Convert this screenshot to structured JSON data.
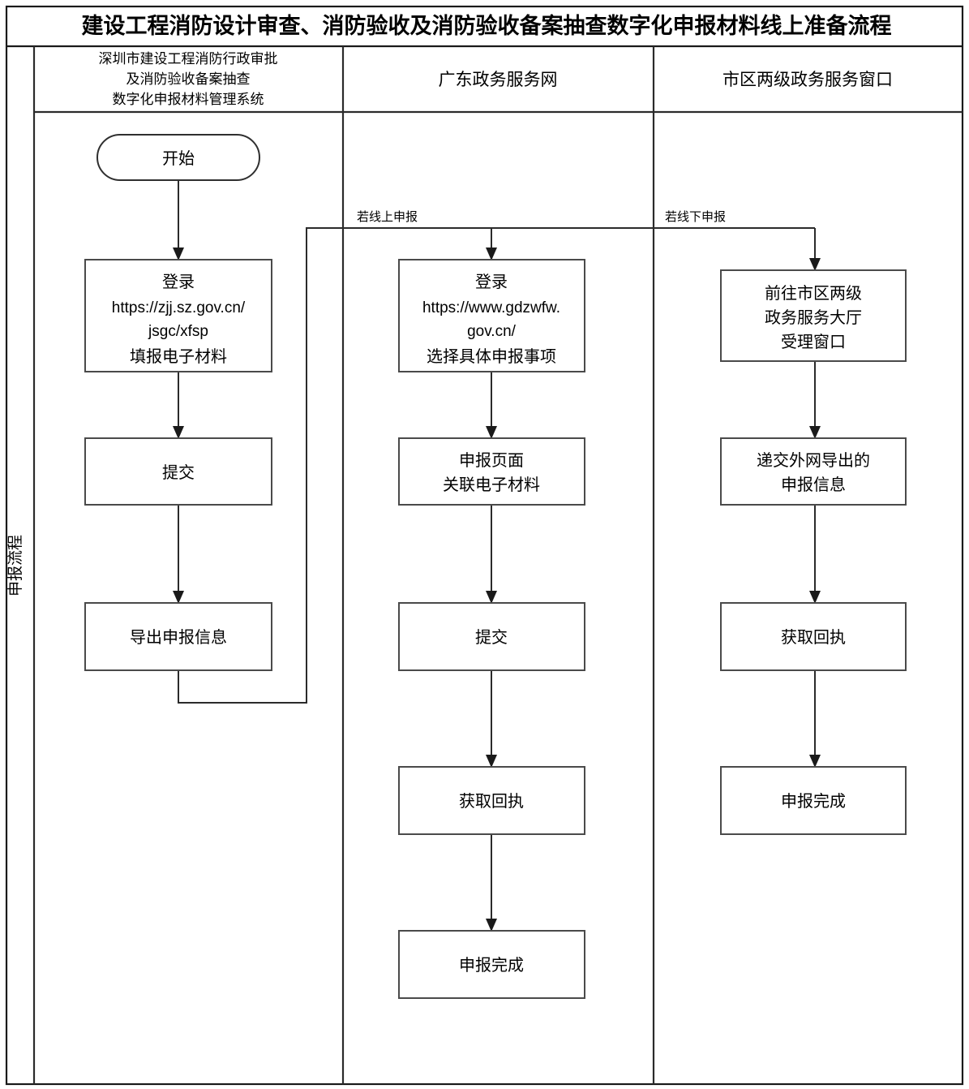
{
  "title": "建设工程消防设计审查、消防验收及消防验收备案抽查数字化申报材料线上准备流程",
  "side_label": "申报流程",
  "columns": [
    {
      "id": "col-sz-system",
      "header_lines": [
        "深圳市建设工程消防行政审批",
        "及消防验收备案抽查",
        "数字化申报材料管理系统"
      ]
    },
    {
      "id": "col-gd-portal",
      "header_lines": [
        "广东政务服务网"
      ]
    },
    {
      "id": "col-service-window",
      "header_lines": [
        "市区两级政务服务窗口"
      ]
    }
  ],
  "edge_labels": {
    "online": "若线上申报",
    "offline": "若线下申报"
  },
  "nodes": {
    "start": {
      "label": "开始",
      "shape": "terminator"
    },
    "sz_login": {
      "lines": [
        "登录",
        "https://zjj.sz.gov.cn/",
        "jsgc/xfsp",
        "填报电子材料"
      ],
      "shape": "process"
    },
    "sz_submit": {
      "lines": [
        "提交"
      ],
      "shape": "process"
    },
    "sz_export": {
      "lines": [
        "导出申报信息"
      ],
      "shape": "process"
    },
    "gd_login": {
      "lines": [
        "登录",
        "https://www.gdzwfw.",
        "gov.cn/",
        "选择具体申报事项"
      ],
      "shape": "process"
    },
    "gd_attach": {
      "lines": [
        "申报页面",
        "关联电子材料"
      ],
      "shape": "process"
    },
    "gd_submit": {
      "lines": [
        "提交"
      ],
      "shape": "process"
    },
    "gd_receipt": {
      "lines": [
        "获取回执"
      ],
      "shape": "process"
    },
    "gd_done": {
      "lines": [
        "申报完成"
      ],
      "shape": "process"
    },
    "win_goto": {
      "lines": [
        "前往市区两级",
        "政务服务大厅",
        "受理窗口"
      ],
      "shape": "process"
    },
    "win_deliver": {
      "lines": [
        "递交外网导出的",
        "申报信息"
      ],
      "shape": "process"
    },
    "win_receipt": {
      "lines": [
        "获取回执"
      ],
      "shape": "process"
    },
    "win_done": {
      "lines": [
        "申报完成"
      ],
      "shape": "process"
    }
  },
  "colors": {
    "frame": "#1a1a1a",
    "box_stroke": "#4a4a4a",
    "connector": "#2b2b2b",
    "text": "#000000",
    "background": "#ffffff"
  }
}
